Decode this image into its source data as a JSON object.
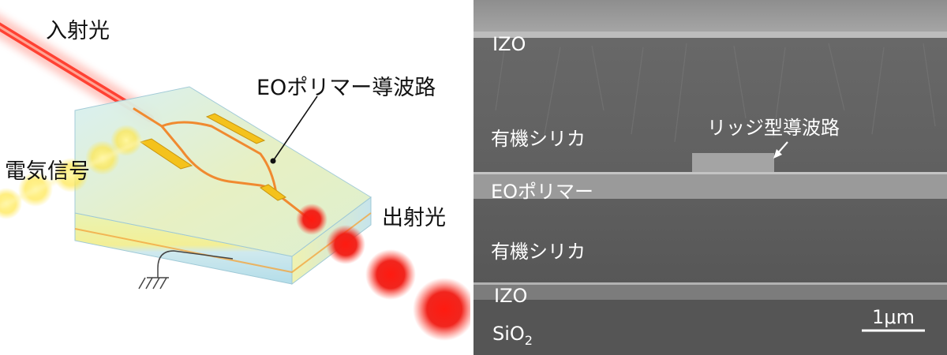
{
  "left_figure": {
    "labels": {
      "input_light": "入射光",
      "eo_polymer_waveguide": "EOポリマー導波路",
      "electrical_signal": "電気信号",
      "output_light": "出射光"
    },
    "colors": {
      "laser": "#e8201c",
      "signal_glow": "#ffe64a",
      "electrode": "#f2c21c",
      "substrate": "#b9e3ee"
    }
  },
  "sem_image": {
    "labels": {
      "izo_top": "IZO",
      "organic_silica_upper": "有機シリカ",
      "ridge_waveguide": "リッジ型導波路",
      "eo_polymer": "EOポリマー",
      "organic_silica_lower": "有機シリカ",
      "izo_bottom": "IZO",
      "sio2_base": "SiO",
      "sio2_subscript": "2"
    },
    "scale_bar": {
      "label": "1μm"
    }
  }
}
